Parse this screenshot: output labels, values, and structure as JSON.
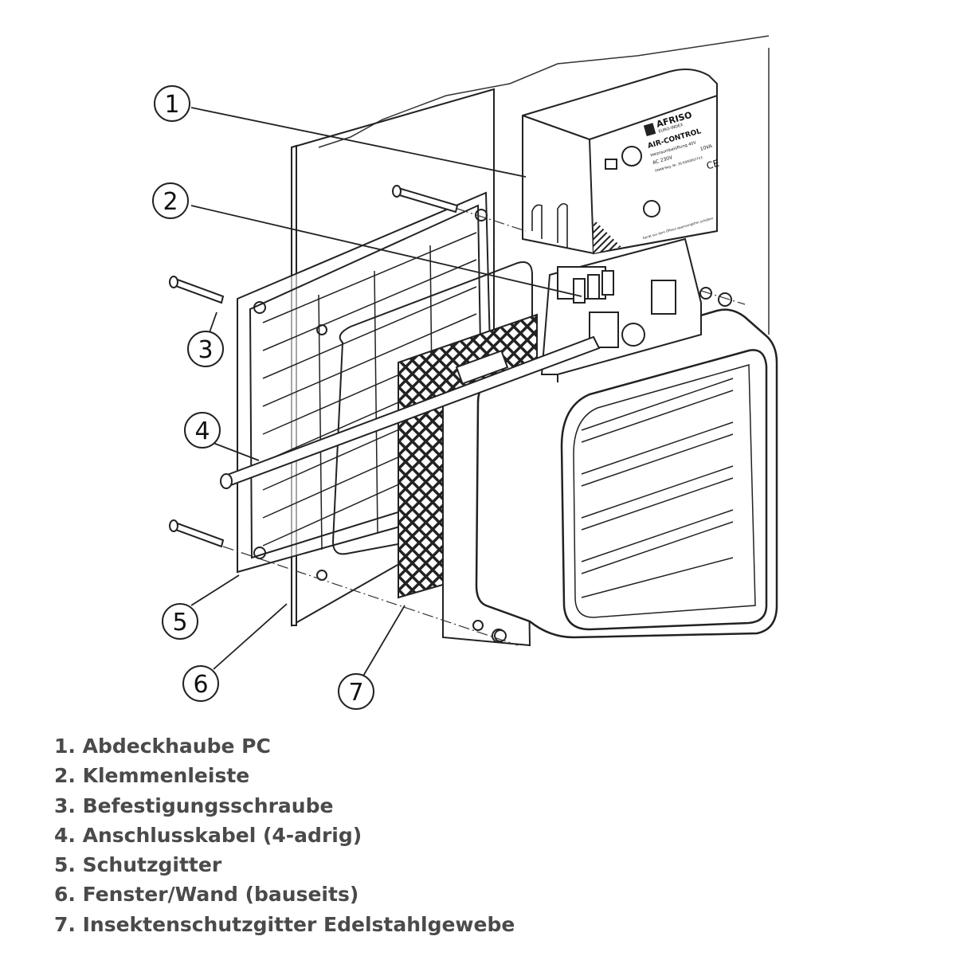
{
  "device_label": {
    "brand": "AFRISO",
    "brand_sub": "EURO-INDEX",
    "product": "AIR-CONTROL",
    "line1": "Heizraumbelüftung 40V",
    "line2": "AC 230V",
    "line2b": "10VA",
    "line3": "DNAB Reg.-Nr. 36-6000002753",
    "ce": "CE",
    "bottom_text": "Gerät vor dem Öffnen spannungsfrei schalten"
  },
  "callouts": [
    "1",
    "2",
    "3",
    "4",
    "5",
    "6",
    "7"
  ],
  "legend": [
    "1. Abdeckhaube PC",
    "2. Klemmenleiste",
    "3. Befestigungsschraube",
    "4. Anschlusskabel (4-adrig)",
    "5. Schutzgitter",
    "6. Fenster/Wand (bauseits)",
    "7. Insektenschutzgitter Edelstahlgewebe"
  ]
}
